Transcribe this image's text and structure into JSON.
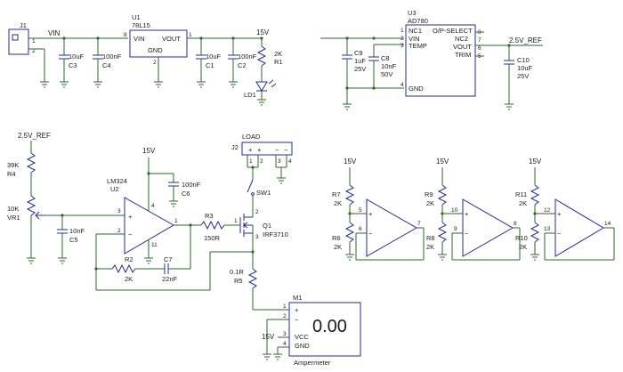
{
  "components": {
    "j1": {
      "ref": "J1",
      "pin1": "1",
      "pin2": "2"
    },
    "vin_net": "VIN",
    "c3": {
      "value": "10uF",
      "ref": "C3"
    },
    "c4": {
      "value": "100nF",
      "ref": "C4"
    },
    "u1": {
      "ref": "U1",
      "part": "78L15",
      "vin": "VIN",
      "vout": "VOUT",
      "gnd": "GND",
      "pin_in": "8",
      "pin_out": "1",
      "pin_gnd": "2"
    },
    "c1": {
      "value": "10uF",
      "ref": "C1"
    },
    "c2": {
      "value": "100nF",
      "ref": "C2"
    },
    "net_15v": "15V",
    "r1": {
      "value": "2K",
      "ref": "R1"
    },
    "ld1": {
      "ref": "LD1"
    },
    "u3": {
      "ref": "U3",
      "part": "AD780",
      "pin_nc1": "NC1",
      "pin_vin": "VIN",
      "pin_temp": "TEMP",
      "pin_gnd": "GND",
      "pin_ops": "O/P-SELECT",
      "pin_nc2": "NC2",
      "pin_vout": "VOUT",
      "pin_trim": "TRIM",
      "n1": "1",
      "n2": "2",
      "n3": "3",
      "n4": "4",
      "n8": "8",
      "n7": "7",
      "n6": "6",
      "n5": "5"
    },
    "c9": {
      "ref": "C9",
      "value": "1uF",
      "voltage": "25V"
    },
    "c8": {
      "ref": "C8",
      "value": "10nF",
      "voltage": "50V"
    },
    "net_ref": "2.5V_REF",
    "c10": {
      "ref": "C10",
      "value": "10uF",
      "voltage": "25V"
    },
    "net_ref_left": "2.5V_REF",
    "r4": {
      "value": "39K",
      "ref": "R4"
    },
    "vr1": {
      "value": "10K",
      "ref": "VR1"
    },
    "c5": {
      "value": "10nF",
      "ref": "C5"
    },
    "u2": {
      "part": "LM324",
      "ref": "U2",
      "pin3": "3",
      "pin2": "2",
      "pin1": "1",
      "pin4": "4",
      "pin11": "11",
      "plus": "+",
      "minus": "−"
    },
    "net_15v_u2": "15V",
    "c6": {
      "value": "100nF",
      "ref": "C6"
    },
    "r3": {
      "ref": "R3",
      "value": "150R"
    },
    "r2": {
      "ref": "R2",
      "value": "2K"
    },
    "c7": {
      "ref": "C7",
      "value": "22nF"
    },
    "j2": {
      "ref": "J2",
      "title": "LOAD",
      "p1": "1",
      "p2": "2",
      "p3": "3",
      "p4": "4",
      "plus": "+",
      "minus": "−"
    },
    "sw1": {
      "ref": "SW1"
    },
    "q1": {
      "ref": "Q1",
      "part": "IRF3710",
      "p1": "1",
      "p2": "2",
      "p3": "3"
    },
    "r5": {
      "value": "0.1R",
      "ref": "R5"
    },
    "m1": {
      "ref": "M1",
      "reading": "0.00",
      "vcc": "VCC",
      "gnd": "GND",
      "name": "Ampermeter",
      "p1": "1",
      "p2": "2",
      "p3": "3",
      "p4": "4",
      "plus": "+",
      "minus": "−"
    },
    "net_15v_m1": "15V",
    "unused_a": {
      "vcc": "15V",
      "ra": "R7",
      "ra_val": "2K",
      "rb": "R6",
      "rb_val": "2K",
      "pin_p": "5",
      "pin_n": "6",
      "pin_o": "7"
    },
    "unused_b": {
      "vcc": "15V",
      "ra": "R9",
      "ra_val": "2K",
      "rb": "R8",
      "rb_val": "2K",
      "pin_p": "10",
      "pin_n": "9",
      "pin_o": "8"
    },
    "unused_c": {
      "vcc": "15V",
      "ra": "R11",
      "ra_val": "2K",
      "rb": "R10",
      "rb_val": "2K",
      "pin_p": "12",
      "pin_n": "13",
      "pin_o": "14"
    }
  },
  "colors": {
    "wire": "#2a6a2a",
    "component": "#2a2a9a",
    "text": "#1a1a1a"
  }
}
